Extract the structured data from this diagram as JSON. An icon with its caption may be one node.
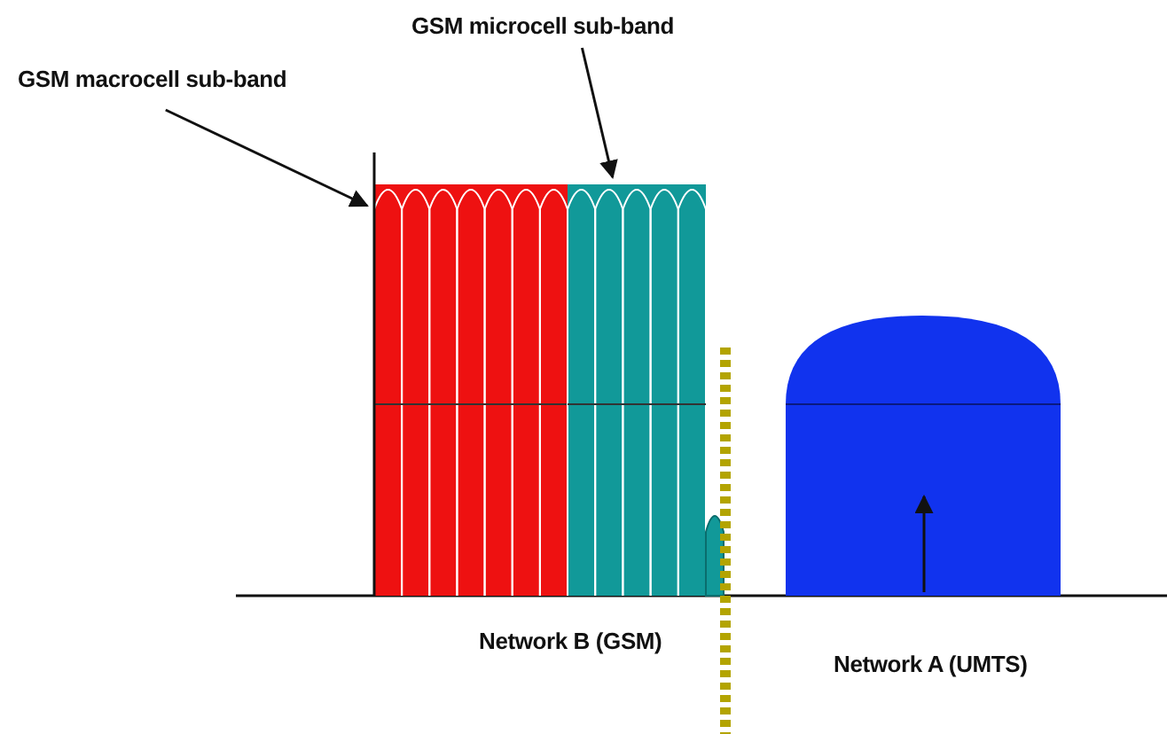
{
  "diagram": {
    "nodes": [
      {
        "text": [
          "GSM macrocell sub-band"
        ]
      },
      {
        "text": [],
        "shape": "bar"
      },
      {
        "text": [
          "GSM microcell sub-band"
        ]
      },
      {
        "text": [],
        "shape": "bar"
      }
    ],
    "edges": [
      {
        "from": 0,
        "to": 1,
        "arrow": "to"
      },
      {
        "from": 2,
        "to": 3,
        "arrow": "to"
      }
    ],
    "labels": [
      "Network B (GSM)",
      "Network A (UMTS)"
    ]
  }
}
